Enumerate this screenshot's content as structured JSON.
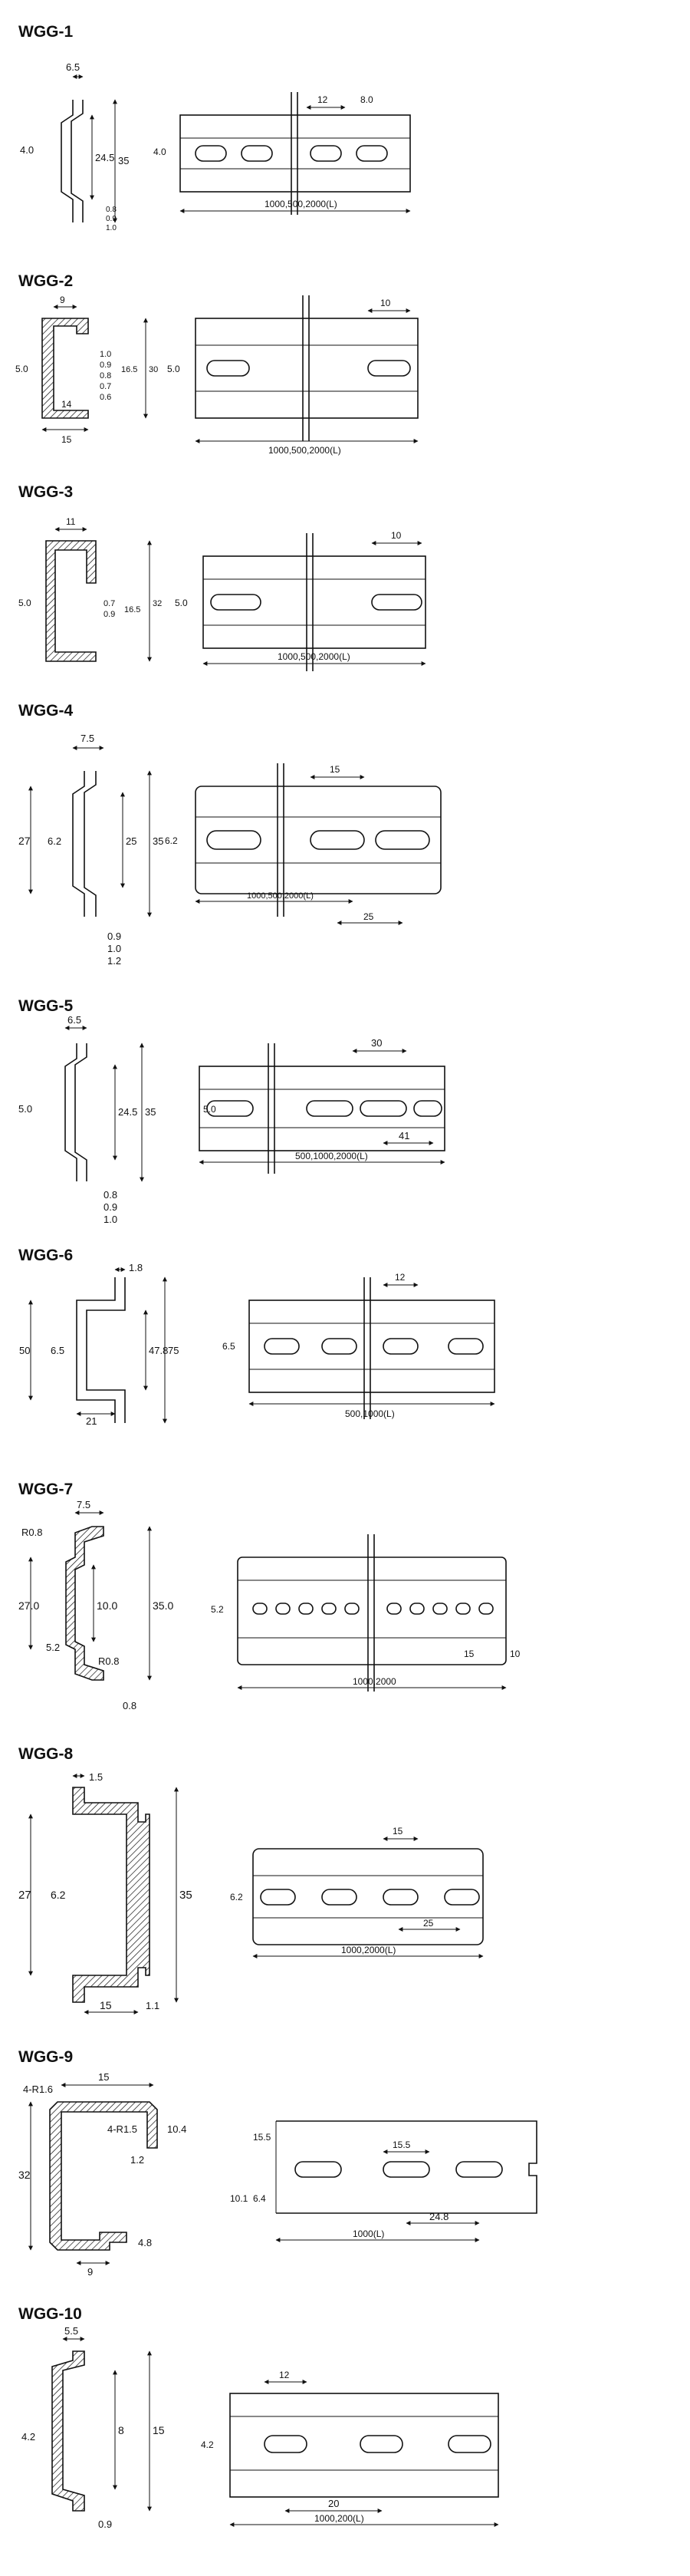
{
  "sections": [
    {
      "title": "WGG-1",
      "profile_dims": [
        "6.5",
        "4.0",
        "24.5",
        "35"
      ],
      "rail_dims": [
        "12",
        "8.0",
        "4.0",
        "1000,500,2000(L)"
      ],
      "thickness": [
        "0.8",
        "0.9",
        "1.0"
      ]
    },
    {
      "title": "WGG-2",
      "profile_dims": [
        "9",
        "5.0",
        "14",
        "15",
        "1.0",
        "0.9",
        "0.8",
        "0.7",
        "0.6",
        "16.5",
        "30"
      ],
      "rail_dims": [
        "10",
        "5.0",
        "1000,500,2000(L)"
      ]
    },
    {
      "title": "WGG-3",
      "profile_dims": [
        "11",
        "5.0",
        "0.7",
        "0.9",
        "16.5",
        "32"
      ],
      "rail_dims": [
        "10",
        "5.0",
        "1000,500,2000(L)"
      ]
    },
    {
      "title": "WGG-4",
      "profile_dims": [
        "7.5",
        "27",
        "6.2",
        "25",
        "35",
        "0.9",
        "1.0",
        "1.2"
      ],
      "rail_dims": [
        "15",
        "6.2",
        "1000,500,2000(L)",
        "25"
      ]
    },
    {
      "title": "WGG-5",
      "profile_dims": [
        "6.5",
        "5.0",
        "24.5",
        "35",
        "0.8",
        "0.9",
        "1.0"
      ],
      "rail_dims": [
        "30",
        "5.0",
        "41",
        "500,1000,2000(L)"
      ]
    },
    {
      "title": "WGG-6",
      "profile_dims": [
        "1.8",
        "50",
        "6.5",
        "47.8",
        "75",
        "21"
      ],
      "rail_dims": [
        "12",
        "6.5",
        "500,1000(L)"
      ]
    },
    {
      "title": "WGG-7",
      "profile_dims": [
        "7.5",
        "R0.8",
        "10.0",
        "27.0",
        "35.0",
        "5.2",
        "R0.8",
        "0.8"
      ],
      "rail_dims": [
        "5.2",
        "1000,2000",
        "15",
        "10"
      ]
    },
    {
      "title": "WGG-8",
      "profile_dims": [
        "1.5",
        "27",
        "6.2",
        "35",
        "15",
        "1.1"
      ],
      "rail_dims": [
        "15",
        "6.2",
        "25",
        "1000,2000(L)"
      ]
    },
    {
      "title": "WGG-9",
      "profile_dims": [
        "15",
        "4-R1.6",
        "4-R1.5",
        "10.4",
        "1.2",
        "32",
        "9",
        "4.8"
      ],
      "rail_dims": [
        "15.5",
        "10.1",
        "6.4",
        "15.5",
        "24.8",
        "1000(L)"
      ]
    },
    {
      "title": "WGG-10",
      "profile_dims": [
        "5.5",
        "4.2",
        "8",
        "15",
        "0.9"
      ],
      "rail_dims": [
        "12",
        "4.2",
        "20",
        "1000,200(L)"
      ]
    }
  ]
}
